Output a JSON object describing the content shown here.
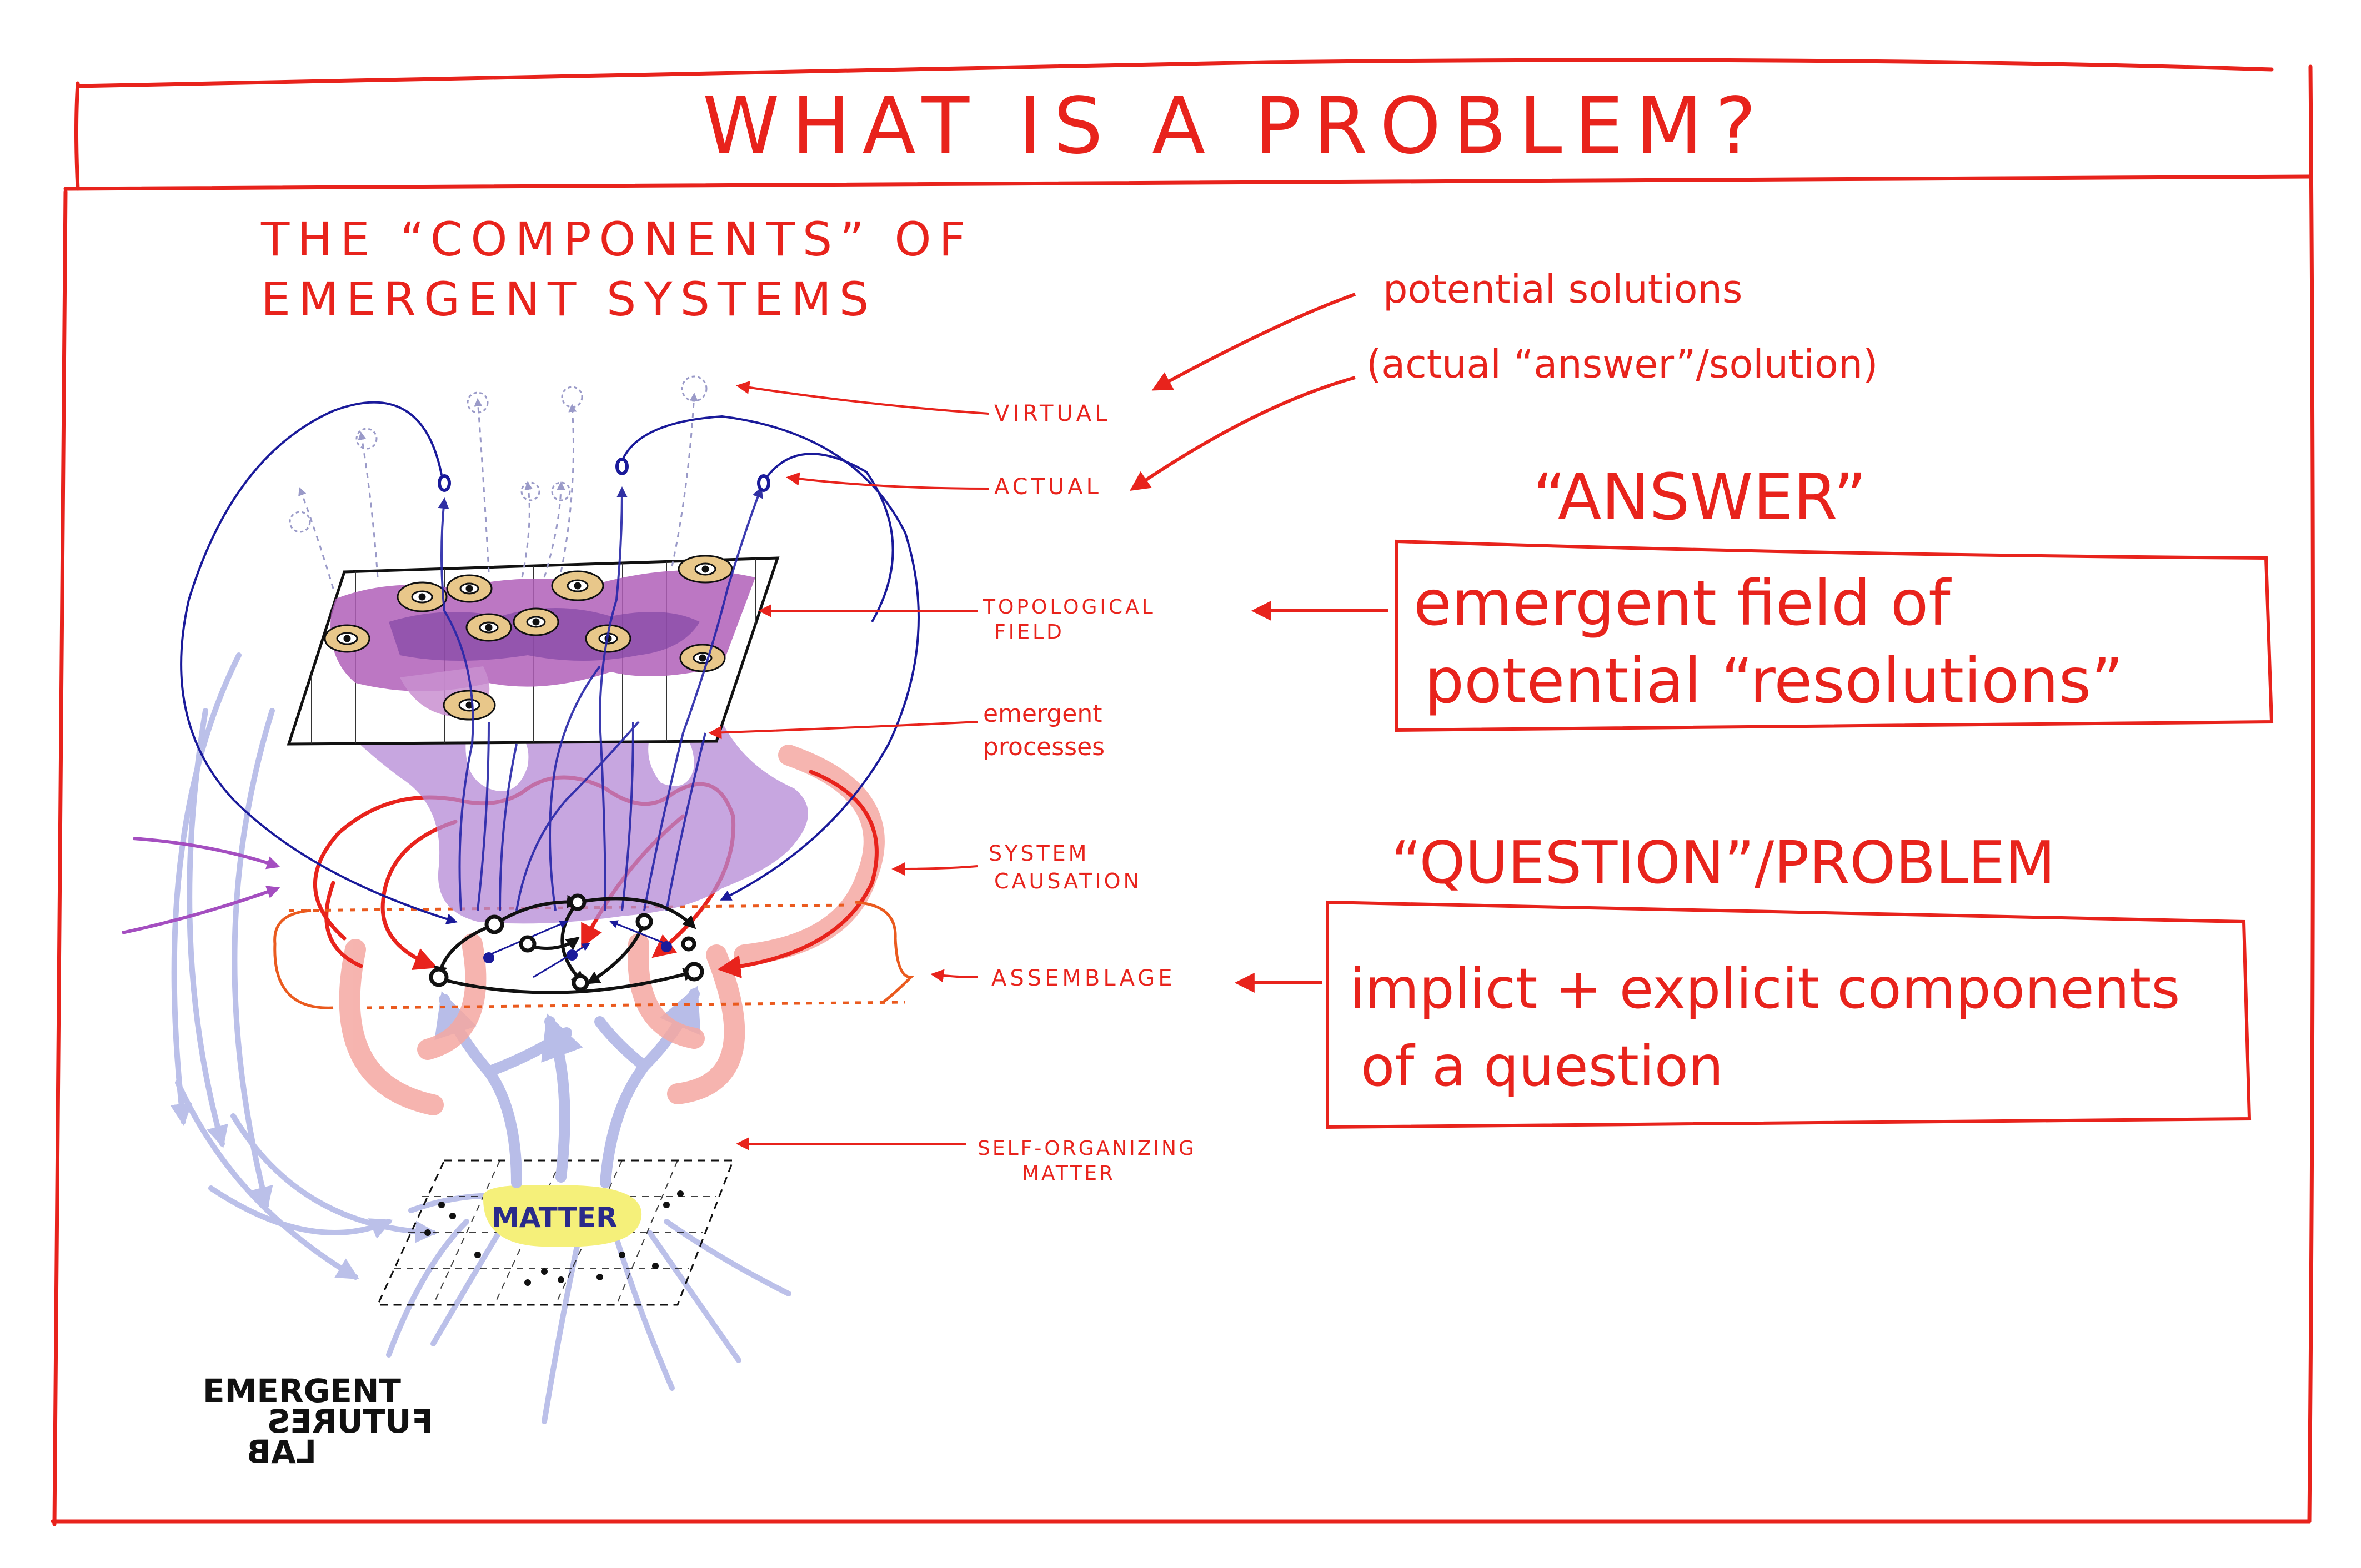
{
  "title": "WHAT IS A PROBLEM?",
  "subtitle_line1": "THE “COMPONENTS” OF",
  "subtitle_line2": "EMERGENT SYSTEMS",
  "layer_labels": {
    "virtual": "VIRTUAL",
    "actual": "ACTUAL",
    "topological_1": "TOPOLOGICAL",
    "topological_2": "FIELD",
    "emergent_1": "emergent",
    "emergent_2": "processes",
    "system_1": "SYSTEM",
    "system_2": "CAUSATION",
    "assemblage": "ASSEMBLAGE",
    "selforg_1": "SELF-ORGANIZING",
    "selforg_2": "MATTER"
  },
  "matter_label": "MATTER",
  "notes": {
    "potential_solutions": "potential solutions",
    "actual_answer": "(actual “answer”/solution)"
  },
  "answer": {
    "heading": "“ANSWER”",
    "line1": "emergent field of",
    "line2": "potential “resolutions”"
  },
  "question": {
    "heading": "“QUESTION”/PROBLEM",
    "line1": "implict + explicit components",
    "line2": "of a question"
  },
  "logo": {
    "line1": "EMERGENT",
    "line2": "FUTURES",
    "line3": "LAB"
  },
  "colors": {
    "ink_red": "#e8231c",
    "ink_blue": "#1a1a9a",
    "field_purple": "#9b5bc4",
    "field_magenta": "#c45aa8",
    "matter_yellow": "#f5f07a",
    "matter_lavender": "#b8bde8",
    "causation_red": "#f06a62"
  }
}
